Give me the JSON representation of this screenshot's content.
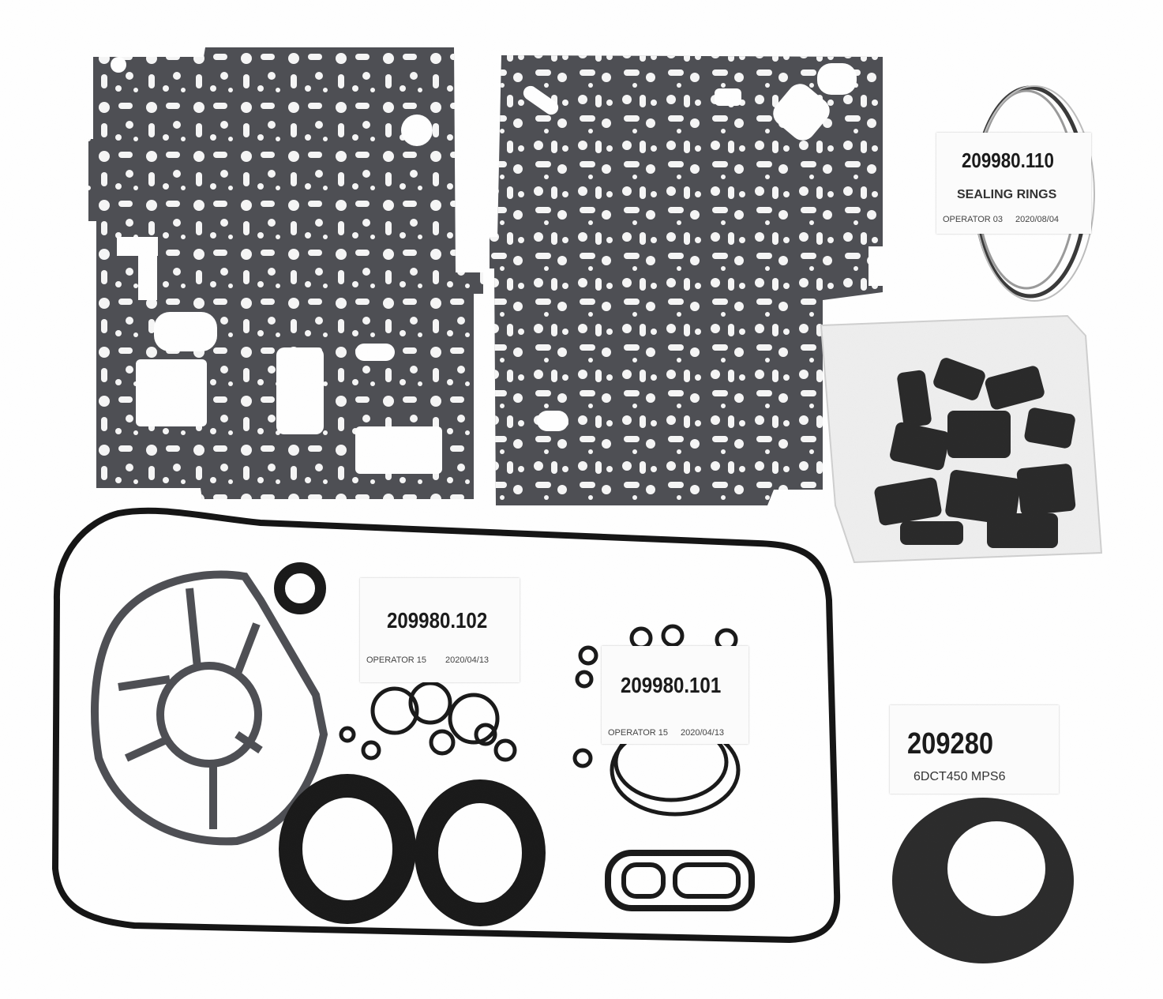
{
  "labels": {
    "sealing_rings": {
      "part_number": "209980.110",
      "description": "SEALING RINGS",
      "operator": "OPERATOR 03",
      "date": "2020/08/04"
    },
    "kit_102": {
      "part_number": "209980.102",
      "operator": "OPERATOR 15",
      "date": "2020/04/13"
    },
    "kit_101": {
      "part_number": "209980.101",
      "operator": "OPERATOR 15",
      "date": "2020/04/13"
    },
    "main_kit": {
      "part_number": "209280",
      "description": "6DCT450 MPS6"
    }
  },
  "colors": {
    "background": "#ffffff",
    "gasket_gray": "#4e4f54",
    "rubber_black": "#1a1a1a"
  }
}
